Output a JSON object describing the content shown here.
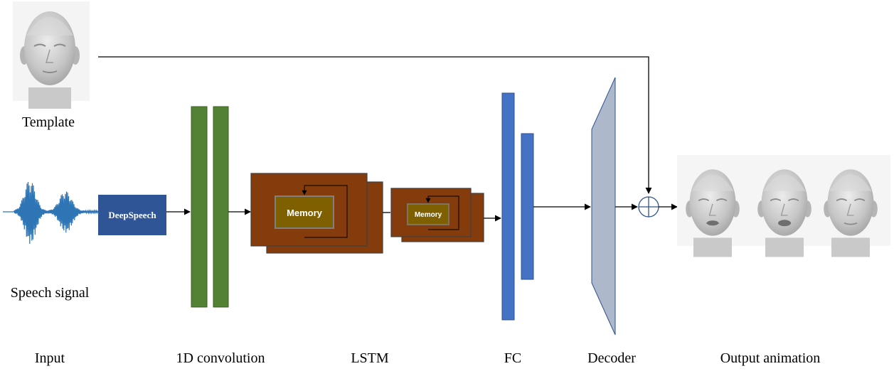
{
  "labels": {
    "template": "Template",
    "speech_signal": "Speech signal",
    "input": "Input",
    "conv": "1D convolution",
    "lstm": "LSTM",
    "fc": "FC",
    "decoder": "Decoder",
    "output": "Output animation"
  },
  "blocks": {
    "deepspeech": "DeepSpeech",
    "memory_large": "Memory",
    "memory_small": "Memory"
  },
  "colors": {
    "deepspeech": "#2f5597",
    "conv": "#548235",
    "lstm": "#843c0c",
    "memory": "#7f6000",
    "fc": "#4472c4",
    "decoder": "#adb9ca",
    "wave": "#2e75b6"
  }
}
